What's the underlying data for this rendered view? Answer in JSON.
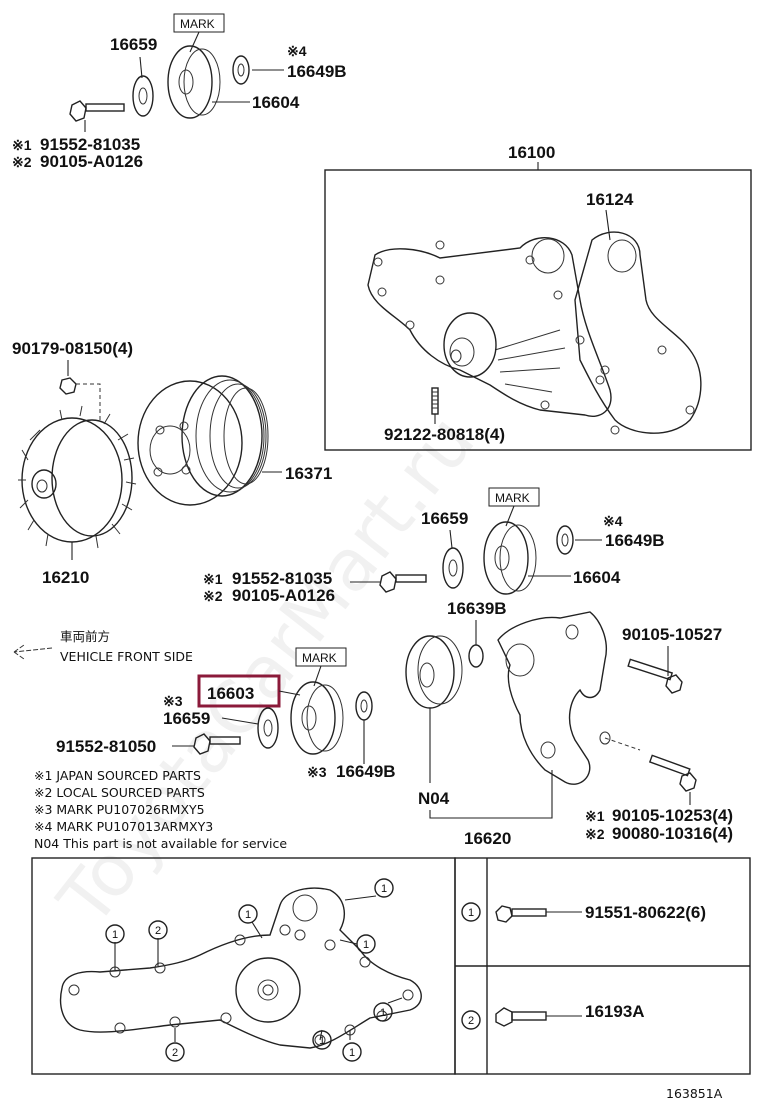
{
  "diagram": {
    "watermark": "ToyotaCarMart.ru",
    "figure_id": "163851A",
    "highlighted_part": "16603",
    "highlight_color": "#8b1a3a",
    "mark_label": "MARK",
    "parts": {
      "p16659_top": "16659",
      "p16649b_top": "16649B",
      "p16604_top": "16604",
      "p91552_top": "91552-81035",
      "p90105_top": "90105-A0126",
      "p16100": "16100",
      "p16124": "16124",
      "p90179": "90179-08150(4)",
      "p92122": "92122-80818(4)",
      "p16371": "16371",
      "p16210": "16210",
      "p16659_mid": "16659",
      "p16649b_mid": "16649B",
      "p16604_mid": "16604",
      "p91552_mid": "91552-81035",
      "p90105_mid": "90105-A0126",
      "p16639b": "16639B",
      "p90105_10527": "90105-10527",
      "p16603": "16603",
      "p16659_low": "16659",
      "p91552_81050": "91552-81050",
      "p16649b_low": "16649B",
      "pN04": "N04",
      "p16620": "16620",
      "p90105_10253": "90105-10253(4)",
      "p90080_10316": "90080-10316(4)",
      "p91551": "91551-80622(6)",
      "p16193a": "16193A"
    },
    "markers": {
      "m1": "※1",
      "m2": "※2",
      "m3": "※3",
      "m4": "※4"
    },
    "direction": {
      "jp": "車両前方",
      "en": "VEHICLE FRONT SIDE"
    },
    "notes": [
      "※1 JAPAN SOURCED PARTS",
      "※2 LOCAL SOURCED PARTS",
      "※3 MARK PU107026RMXY5",
      "※4 MARK PU107013ARMXY3",
      "N04  This part is not available for service"
    ],
    "callouts": {
      "c1": "1",
      "c2": "2"
    }
  }
}
